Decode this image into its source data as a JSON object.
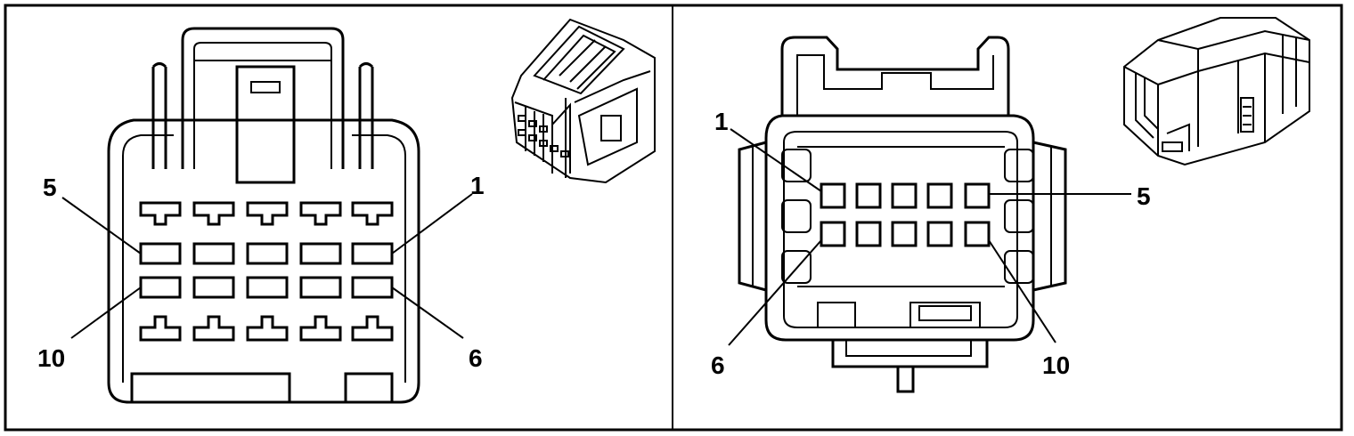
{
  "left_panel": {
    "pin_labels": {
      "top_left": "5",
      "top_right": "1",
      "bottom_left": "10",
      "bottom_right": "6"
    }
  },
  "right_panel": {
    "pin_labels": {
      "top_left": "1",
      "top_right": "5",
      "bottom_left": "6",
      "bottom_right": "10"
    }
  }
}
